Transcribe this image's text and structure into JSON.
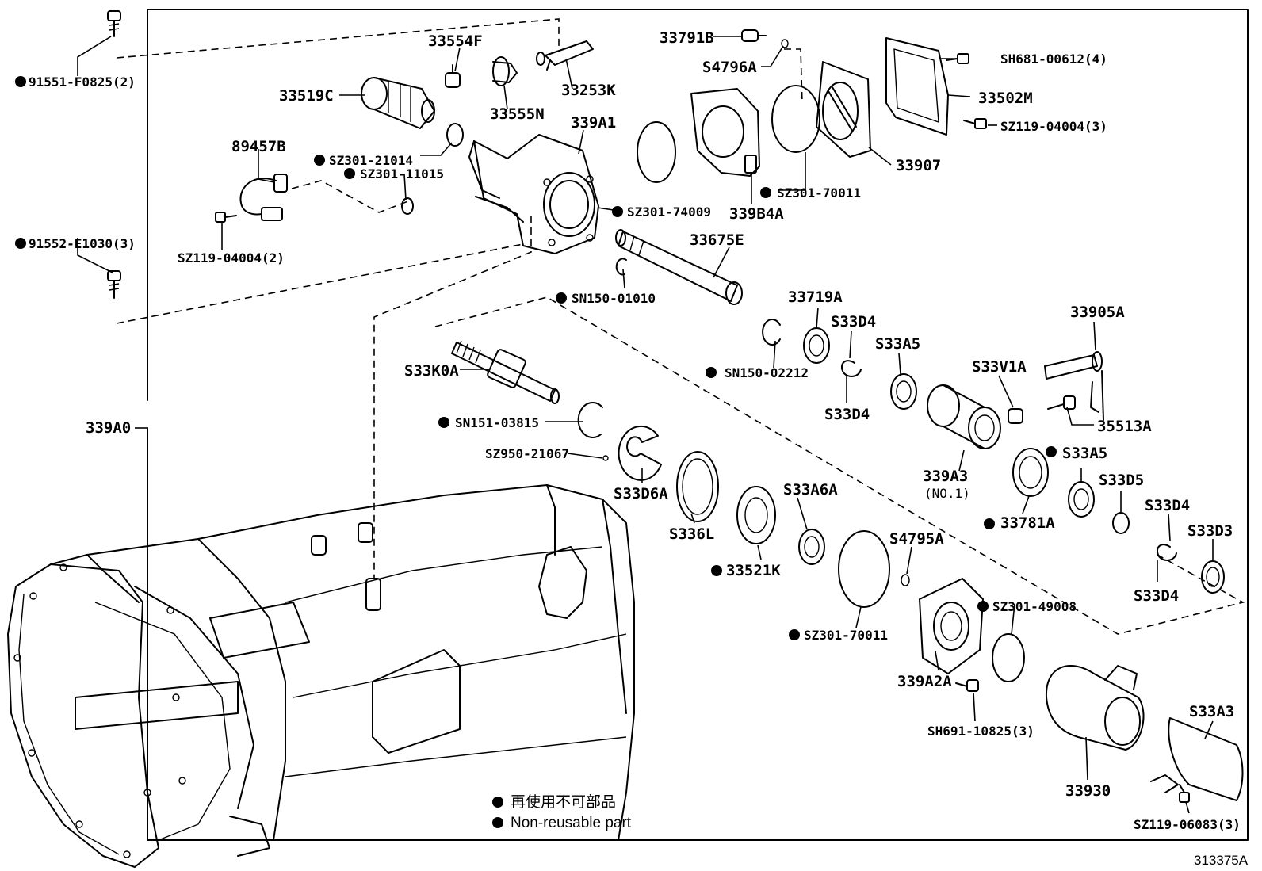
{
  "diagram_id": "313375A",
  "legend": {
    "symbol": "●",
    "line_jp": "再使用不可部品",
    "line_en": "Non-reusable part"
  },
  "parts": {
    "p91551": "91551-F0825(2)",
    "p33554F": "33554F",
    "p33519C": "33519C",
    "p33555N": "33555N",
    "p33253K": "33253K",
    "p339A1": "339A1",
    "p89457B": "89457B",
    "pSZ301_21014": "SZ301-21014",
    "pSZ301_11015": "SZ301-11015",
    "pSZ119_04004_2": "SZ119-04004(2)",
    "p91552": "91552-E1030(3)",
    "p33791B": "33791B",
    "pS4796A": "S4796A",
    "pSH681": "SH681-00612(4)",
    "p33502M": "33502M",
    "pSZ119_04004_3": "SZ119-04004(3)",
    "p33907": "33907",
    "pSZ301_70011_a": "SZ301-70011",
    "p339B4A": "339B4A",
    "pSZ301_74009": "SZ301-74009",
    "p33675E": "33675E",
    "pSN150_01010": "SN150-01010",
    "p33719A": "33719A",
    "pS33D4_a": "S33D4",
    "pS33A5_a": "S33A5",
    "pSN150_02212": "SN150-02212",
    "pS33D4_b": "S33D4",
    "p33905A": "33905A",
    "pS33V1A": "S33V1A",
    "p35513A": "35513A",
    "pS33K0A": "S33K0A",
    "pSN151": "SN151-03815",
    "pSZ950": "SZ950-21067",
    "pS33D6A": "S33D6A",
    "pS336L": "S336L",
    "p33521K": "33521K",
    "pS33A6A": "S33A6A",
    "p339A3": "339A3",
    "p339A3_sub": "(NO.1)",
    "pS33A5_b": "S33A5",
    "p33781A": "33781A",
    "pS33D5": "S33D5",
    "pS33D4_c": "S33D4",
    "pS33D3": "S33D3",
    "pS33D4_d": "S33D4",
    "p339A0": "339A0",
    "pS4795A": "S4795A",
    "pSZ301_49008": "SZ301-49008",
    "pSZ301_70011_b": "SZ301-70011",
    "p339A2A": "339A2A",
    "pSH691": "SH691-10825(3)",
    "p33930": "33930",
    "pS33A3": "S33A3",
    "pSZ119_06083": "SZ119-06083(3)"
  }
}
